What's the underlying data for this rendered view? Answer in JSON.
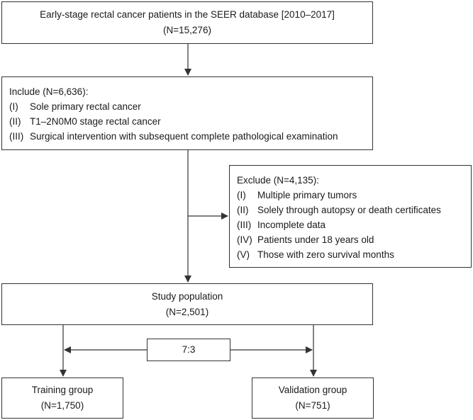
{
  "source": {
    "line1": "Early-stage rectal cancer patients in the SEER database [2010–2017]",
    "line2": "(N=15,276)"
  },
  "include": {
    "heading": "Include (N=6,636):",
    "items": [
      {
        "num": "(I)",
        "text": "Sole primary rectal cancer"
      },
      {
        "num": "(II)",
        "text": "T1–2N0M0 stage rectal cancer"
      },
      {
        "num": "(III)",
        "text": "Surgical intervention with subsequent complete pathological examination"
      }
    ]
  },
  "exclude": {
    "heading": "Exclude (N=4,135):",
    "items": [
      {
        "num": "(I)",
        "text": "Multiple primary tumors"
      },
      {
        "num": "(II)",
        "text": "Solely through autopsy or death certificates"
      },
      {
        "num": "(III)",
        "text": "Incomplete data"
      },
      {
        "num": "(IV)",
        "text": "Patients under 18 years old"
      },
      {
        "num": "(V)",
        "text": "Those with zero survival months"
      }
    ]
  },
  "study": {
    "line1": "Study population",
    "line2": "(N=2,501)"
  },
  "ratio": "7:3",
  "training": {
    "line1": "Training group",
    "line2": "(N=1,750)"
  },
  "validation": {
    "line1": "Validation group",
    "line2": "(N=751)"
  }
}
